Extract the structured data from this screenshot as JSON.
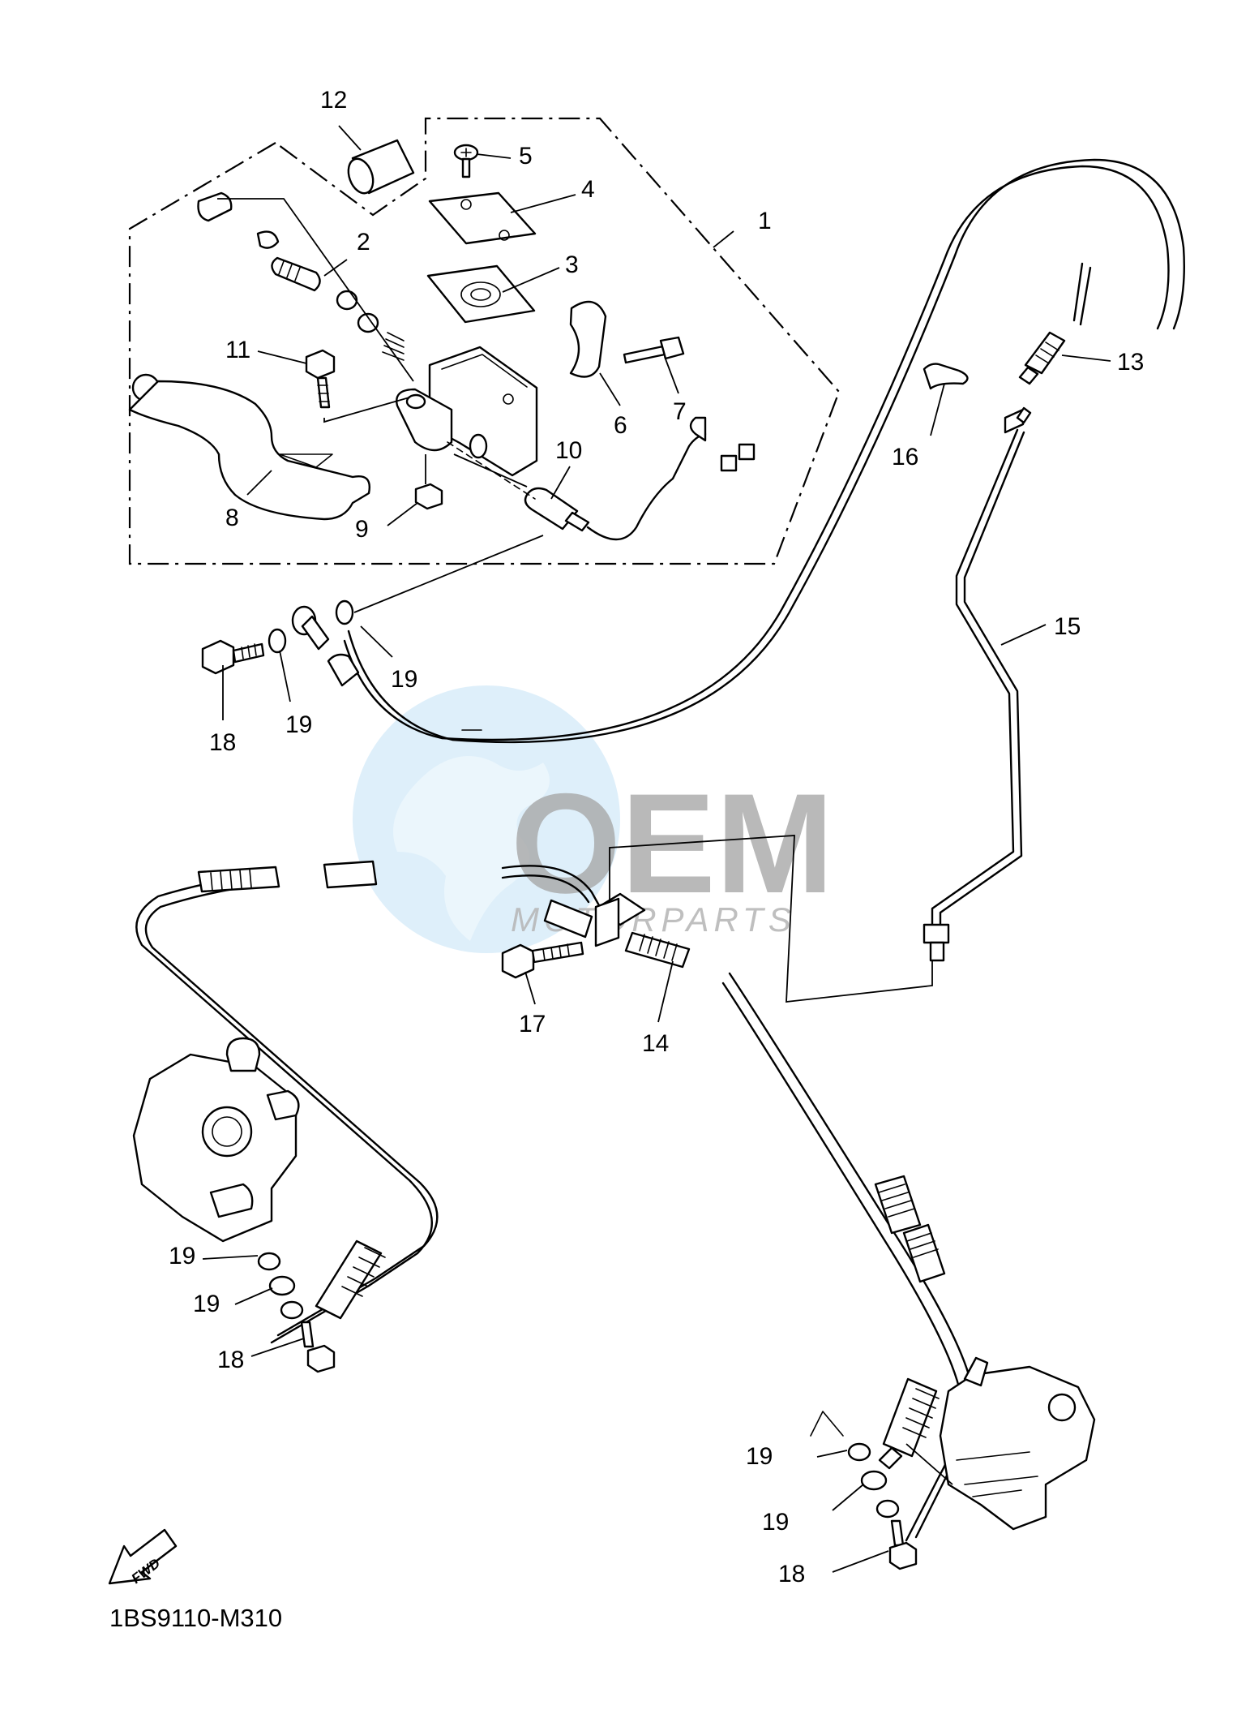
{
  "diagram_code": "1BS9110-M310",
  "fwd_label": "FWD",
  "watermark": {
    "brand": "OEM",
    "sub": "MOTORPARTS"
  },
  "callouts": {
    "c1": "1",
    "c2": "2",
    "c3": "3",
    "c4": "4",
    "c5": "5",
    "c6": "6",
    "c7": "7",
    "c8": "8",
    "c9": "9",
    "c10": "10",
    "c11": "11",
    "c12": "12",
    "c13": "13",
    "c14": "14",
    "c15": "15",
    "c16": "16",
    "c17": "17",
    "c18a": "18",
    "c18b": "18",
    "c18c": "18",
    "c19a": "19",
    "c19b": "19",
    "c19c": "19",
    "c19d": "19",
    "c19e": "19",
    "c19f": "19"
  },
  "colors": {
    "line": "#000000",
    "watermark_blue": "#c9e4f7",
    "watermark_grey": "#a8a8a8"
  }
}
